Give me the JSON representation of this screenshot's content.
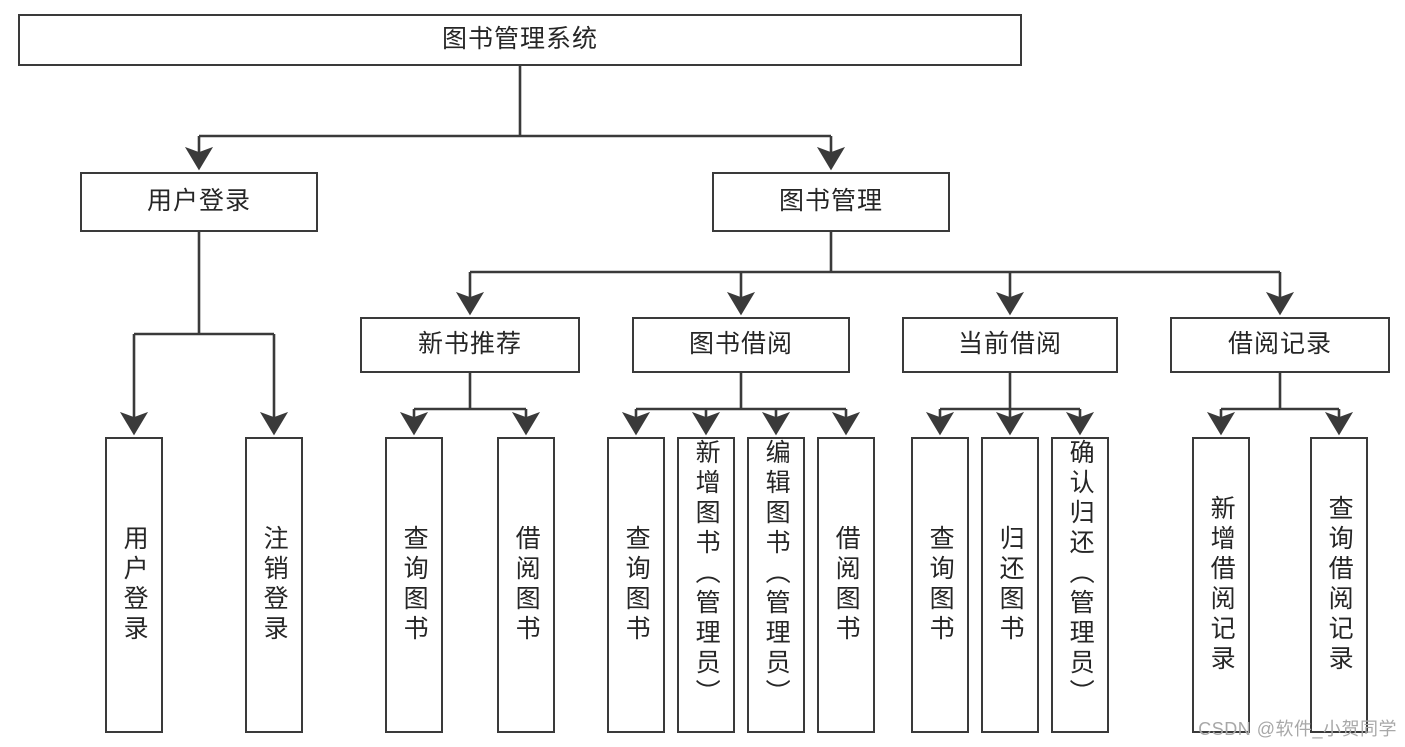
{
  "diagram": {
    "type": "tree",
    "title": "图书管理系统",
    "watermark": "CSDN @软件_小贺同学",
    "style": {
      "background": "#ffffff",
      "box_border": "#3a3a3a",
      "box_fill": "#ffffff",
      "text_color": "#262626",
      "edge_color": "#3a3a3a",
      "watermark_color": "#a8a8a8"
    },
    "nodes": {
      "root": {
        "label": "图书管理系统",
        "level": 1,
        "orientation": "horizontal"
      },
      "user_login": {
        "label": "用户登录",
        "level": 2,
        "orientation": "horizontal"
      },
      "book_manage": {
        "label": "图书管理",
        "level": 2,
        "orientation": "horizontal"
      },
      "new_book_rec": {
        "label": "新书推荐",
        "level": 3,
        "orientation": "horizontal"
      },
      "book_borrow": {
        "label": "图书借阅",
        "level": 3,
        "orientation": "horizontal"
      },
      "current_borrow": {
        "label": "当前借阅",
        "level": 3,
        "orientation": "horizontal"
      },
      "borrow_record": {
        "label": "借阅记录",
        "level": 3,
        "orientation": "horizontal"
      },
      "leaf_user_login": {
        "label": "用户登录",
        "level": 3,
        "orientation": "vertical"
      },
      "leaf_logout": {
        "label": "注销登录",
        "level": 3,
        "orientation": "vertical"
      },
      "leaf_query_book_1": {
        "label": "查询图书",
        "level": 4,
        "orientation": "vertical"
      },
      "leaf_borrow_book_1": {
        "label": "借阅图书",
        "level": 4,
        "orientation": "vertical"
      },
      "leaf_query_book_2": {
        "label": "查询图书",
        "level": 4,
        "orientation": "vertical"
      },
      "leaf_add_book": {
        "label": "新增图书（管理员）",
        "level": 4,
        "orientation": "vertical"
      },
      "leaf_edit_book": {
        "label": "编辑图书（管理员）",
        "level": 4,
        "orientation": "vertical"
      },
      "leaf_borrow_book_2": {
        "label": "借阅图书",
        "level": 4,
        "orientation": "vertical"
      },
      "leaf_query_book_3": {
        "label": "查询图书",
        "level": 4,
        "orientation": "vertical"
      },
      "leaf_return_book": {
        "label": "归还图书",
        "level": 4,
        "orientation": "vertical"
      },
      "leaf_confirm_return": {
        "label": "确认归还（管理员）",
        "level": 4,
        "orientation": "vertical"
      },
      "leaf_add_record": {
        "label": "新增借阅记录",
        "level": 4,
        "orientation": "vertical"
      },
      "leaf_query_record": {
        "label": "查询借阅记录",
        "level": 4,
        "orientation": "vertical"
      }
    },
    "edges": [
      {
        "from": "root",
        "to": "user_login"
      },
      {
        "from": "root",
        "to": "book_manage"
      },
      {
        "from": "user_login",
        "to": "leaf_user_login"
      },
      {
        "from": "user_login",
        "to": "leaf_logout"
      },
      {
        "from": "book_manage",
        "to": "new_book_rec"
      },
      {
        "from": "book_manage",
        "to": "book_borrow"
      },
      {
        "from": "book_manage",
        "to": "current_borrow"
      },
      {
        "from": "book_manage",
        "to": "borrow_record"
      },
      {
        "from": "new_book_rec",
        "to": "leaf_query_book_1"
      },
      {
        "from": "new_book_rec",
        "to": "leaf_borrow_book_1"
      },
      {
        "from": "book_borrow",
        "to": "leaf_query_book_2"
      },
      {
        "from": "book_borrow",
        "to": "leaf_add_book"
      },
      {
        "from": "book_borrow",
        "to": "leaf_edit_book"
      },
      {
        "from": "book_borrow",
        "to": "leaf_borrow_book_2"
      },
      {
        "from": "current_borrow",
        "to": "leaf_query_book_3"
      },
      {
        "from": "current_borrow",
        "to": "leaf_return_book"
      },
      {
        "from": "current_borrow",
        "to": "leaf_confirm_return"
      },
      {
        "from": "borrow_record",
        "to": "leaf_add_record"
      },
      {
        "from": "borrow_record",
        "to": "leaf_query_record"
      }
    ]
  }
}
